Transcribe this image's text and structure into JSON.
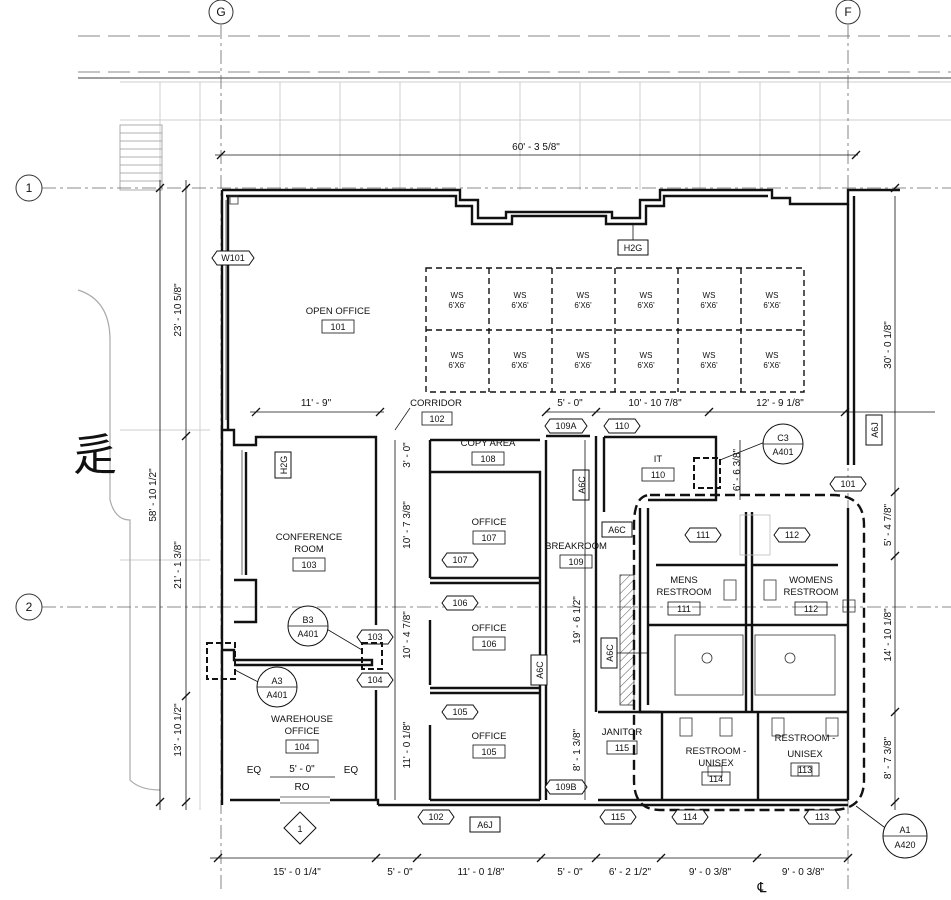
{
  "grid": {
    "g": "G",
    "f": "F",
    "r1": "1",
    "r2": "2"
  },
  "rooms": {
    "open_office": {
      "name": "OPEN OFFICE",
      "num": "101"
    },
    "corridor": {
      "name": "CORRIDOR",
      "num": "102"
    },
    "copy_area": {
      "name": "COPY AREA",
      "num": "108"
    },
    "office107": {
      "name": "OFFICE",
      "num": "107"
    },
    "office106": {
      "name": "OFFICE",
      "num": "106"
    },
    "office105": {
      "name": "OFFICE",
      "num": "105"
    },
    "breakroom": {
      "name": "BREAKROOM",
      "num": "109"
    },
    "it": {
      "name": "IT",
      "num": "110"
    },
    "conference": {
      "name1": "CONFERENCE",
      "name2": "ROOM",
      "num": "103"
    },
    "warehouse": {
      "name1": "WAREHOUSE",
      "name2": "OFFICE",
      "num": "104"
    },
    "mens": {
      "name1": "MENS",
      "name2": "RESTROOM",
      "num": "111"
    },
    "womens": {
      "name1": "WOMENS",
      "name2": "RESTROOM",
      "num": "112"
    },
    "janitor": {
      "name": "JANITOR",
      "num": "115"
    },
    "rr114": {
      "name1": "RESTROOM -",
      "name2": "UNISEX",
      "num": "114"
    },
    "rr113": {
      "name1": "RESTROOM -",
      "name2": "UNISEX",
      "num": "113"
    }
  },
  "workstations": {
    "label": "WS",
    "size": "6'X6'"
  },
  "doors": [
    "W101",
    "101",
    "102",
    "103",
    "104",
    "105",
    "106",
    "107",
    "109A",
    "109B",
    "110",
    "111",
    "112",
    "113",
    "114",
    "115"
  ],
  "tags": {
    "h2g": "H2G",
    "a6j": "A6J",
    "a6c": "A6C",
    "ro": "RO",
    "eq": "EQ",
    "keynote": "1",
    "cl": "℄"
  },
  "sections": {
    "c3": {
      "top": "C3",
      "bottom": "A401"
    },
    "b3": {
      "top": "B3",
      "bottom": "A401"
    },
    "a3": {
      "top": "A3",
      "bottom": "A401"
    },
    "a1": {
      "top": "A1",
      "bottom": "A420"
    }
  },
  "dims": {
    "overall": "60' - 3 5/8\"",
    "conf_w": "11' - 9\"",
    "d5a": "5' - 0\"",
    "d10_10": "10' - 10 7/8\"",
    "d12_9": "12' - 9 1/8\"",
    "left_overall": "58' - 10 1/2\"",
    "left_23": "23' - 10 5/8\"",
    "left_21": "21' - 1 3/8\"",
    "left_13": "13' - 10 1/2\"",
    "right_30": "30' - 0 1/8\"",
    "right_5": "5' - 4 7/8\"",
    "right_14": "14' - 10 1/8\"",
    "right_8": "8' - 7 3/8\"",
    "it_6": "6' - 6 3/8\"",
    "c3_0": "3' - 0\"",
    "c10_7": "10' - 7 3/8\"",
    "c10_4": "10' - 4 7/8\"",
    "c11_0": "11' - 0 1/8\"",
    "c19_6": "19' - 6 1/2\"",
    "c8_1": "8' - 1 3/8\"",
    "wh_5": "5' - 0\"",
    "b15": "15' - 0 1/4\"",
    "b5a": "5' - 0\"",
    "b11": "11' - 0 1/8\"",
    "b5b": "5' - 0\"",
    "b6": "6' - 2 1/2\"",
    "b9a": "9' - 0 3/8\"",
    "b9b": "9' - 0 3/8\""
  }
}
